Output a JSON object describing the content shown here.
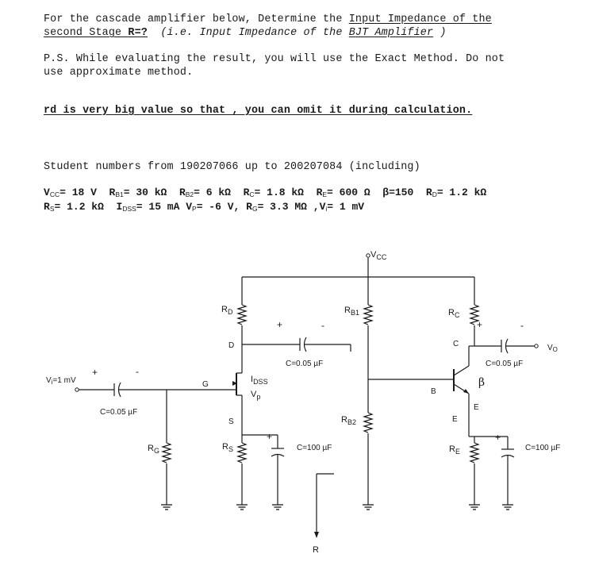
{
  "question": {
    "line1_a": "For the cascade amplifier below, Determine the ",
    "line1_b": "Input Impedance of the",
    "line2_a": "second Stage ",
    "line2_b": "R=?",
    "line2_c": "  (i.e. Input Impedance of the ",
    "line2_d": "BJT Amplifier",
    "line2_e": " )"
  },
  "note": {
    "line1": "P.S. While evaluating the result, you will use the Exact Method. Do not",
    "line2": "use approximate method."
  },
  "rd_note": "rd is very big value so that , you can omit it during calculation.",
  "students": "Student numbers from 190207066 up to 200207084 (including)",
  "params": {
    "vcc": "V",
    "vcc_sub": "CC",
    "vcc_val": "= 18 V  ",
    "rb1": "R",
    "rb1_sub": "B1",
    "rb1_val": "= 30 kΩ  ",
    "rb2": "R",
    "rb2_sub": "B2",
    "rb2_val": "= 6 kΩ  ",
    "rc": "R",
    "rc_sub": "C",
    "rc_val": "= 1.8 kΩ  ",
    "re": "R",
    "re_sub": "E",
    "re_val": "= 600 Ω  ",
    "beta": "β=150  ",
    "rd": "R",
    "rd_sub": "D",
    "rd_val": "= 1.2 kΩ",
    "rs": "R",
    "rs_sub": "S",
    "rs_val": "= 1.2 kΩ  ",
    "idss": "I",
    "idss_sub": "DSS",
    "idss_val": "= 15 mA ",
    "vp": "V",
    "vp_sub": "P",
    "vp_val": "= -6 V, ",
    "rg": "R",
    "rg_sub": "G",
    "rg_val": "= 3.3 MΩ ,",
    "vi": "V",
    "vi_sub": "i",
    "vi_val": "= 1 mV"
  },
  "circuit": {
    "vcc": "V",
    "vcc_sub": "CC",
    "rd": "R",
    "rd_sub": "D",
    "rb1": "R",
    "rb1_sub": "B1",
    "rc": "R",
    "rc_sub": "C",
    "rb2": "R",
    "rb2_sub": "B2",
    "rs": "R",
    "rs_sub": "S",
    "rg": "R",
    "rg_sub": "G",
    "re": "R",
    "re_sub": "E",
    "d": "D",
    "s": "S",
    "g": "G",
    "c": "C",
    "b": "B",
    "e": "E",
    "idss": "I",
    "idss_sub": "DSS",
    "vp": "V",
    "vp_sub": "p",
    "beta": "β",
    "vi": "V",
    "vi_sub": "i",
    "vi_val": "=1 mV",
    "vo": "V",
    "vo_sub": "O",
    "cap_in": "C=0.05 µF",
    "cap_mid": "C=0.05 µF",
    "cap_out": "C=0.05 µF",
    "cap_s": "C=100 µF",
    "cap_e": "C=100 µF",
    "r_arrow": "R",
    "plus": "+",
    "minus": "-"
  }
}
